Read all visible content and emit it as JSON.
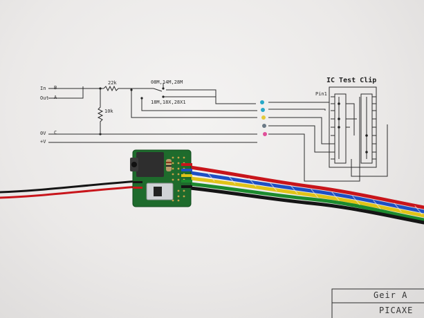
{
  "schematic": {
    "labels": {
      "in": "In",
      "out": "Out",
      "zero_v": "0V",
      "plus_v": "+V",
      "pin_b": "B",
      "pin_a": "A",
      "pin_c": "C",
      "r1": "22k",
      "r2": "10k",
      "switch_top": "08M,14M,28M",
      "switch_bottom": "18M,18X,28X1",
      "clip_title": "IC Test Clip",
      "pin1": "Pin1"
    }
  },
  "title_block": {
    "author": "Geir A",
    "project": "PICAXE"
  },
  "colors": {
    "paper": "#eceae9",
    "ink": "#2a2a2a",
    "pcb": "#1e6b2c",
    "wire_red": "#c8151b",
    "wire_black": "#151515",
    "wire_green": "#1c8a2e",
    "wire_yellow": "#e0c318",
    "wire_blue": "#1d4fc4"
  }
}
